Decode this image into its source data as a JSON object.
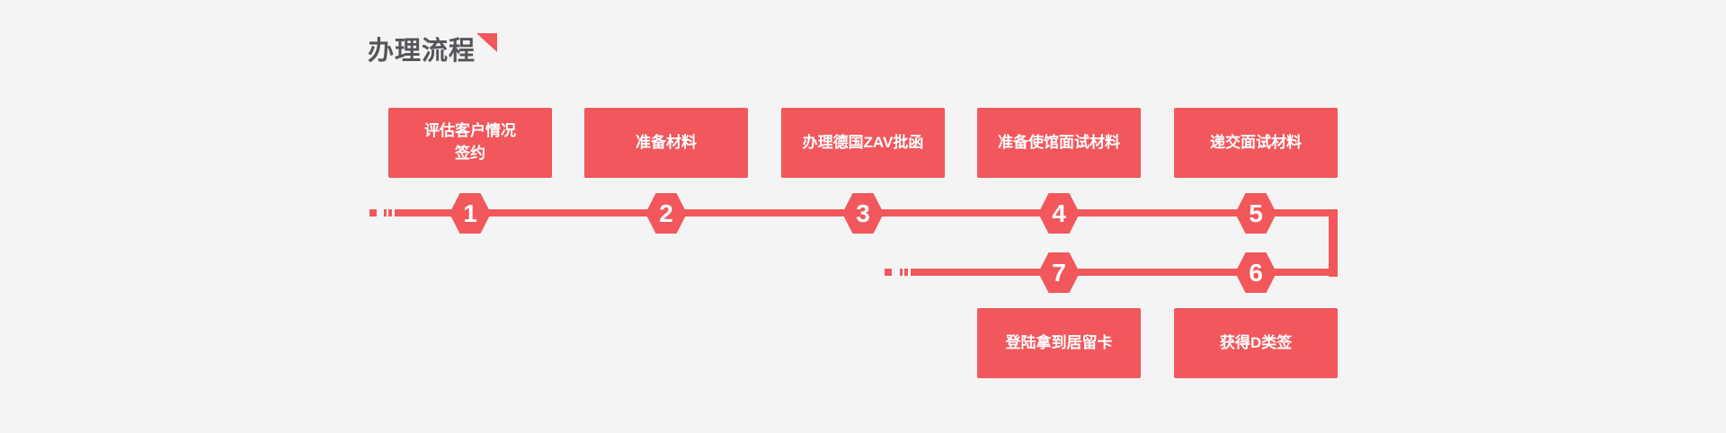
{
  "header": {
    "title": "办理流程"
  },
  "colors": {
    "accent_red": "#f1575b",
    "background": "#f4f4f4",
    "title_text": "#55565a",
    "step_text": "#ffffff"
  },
  "flow": {
    "top_steps": [
      {
        "num": "1",
        "label": "评估客户情况\n签约"
      },
      {
        "num": "2",
        "label": "准备材料"
      },
      {
        "num": "3",
        "label": "办理德国ZAV批函"
      },
      {
        "num": "4",
        "label": "准备使馆面试材料"
      },
      {
        "num": "5",
        "label": "递交面试材料"
      }
    ],
    "bottom_steps": [
      {
        "num": "6",
        "label": "获得D类签"
      },
      {
        "num": "7",
        "label": "登陆拿到居留卡"
      }
    ]
  }
}
